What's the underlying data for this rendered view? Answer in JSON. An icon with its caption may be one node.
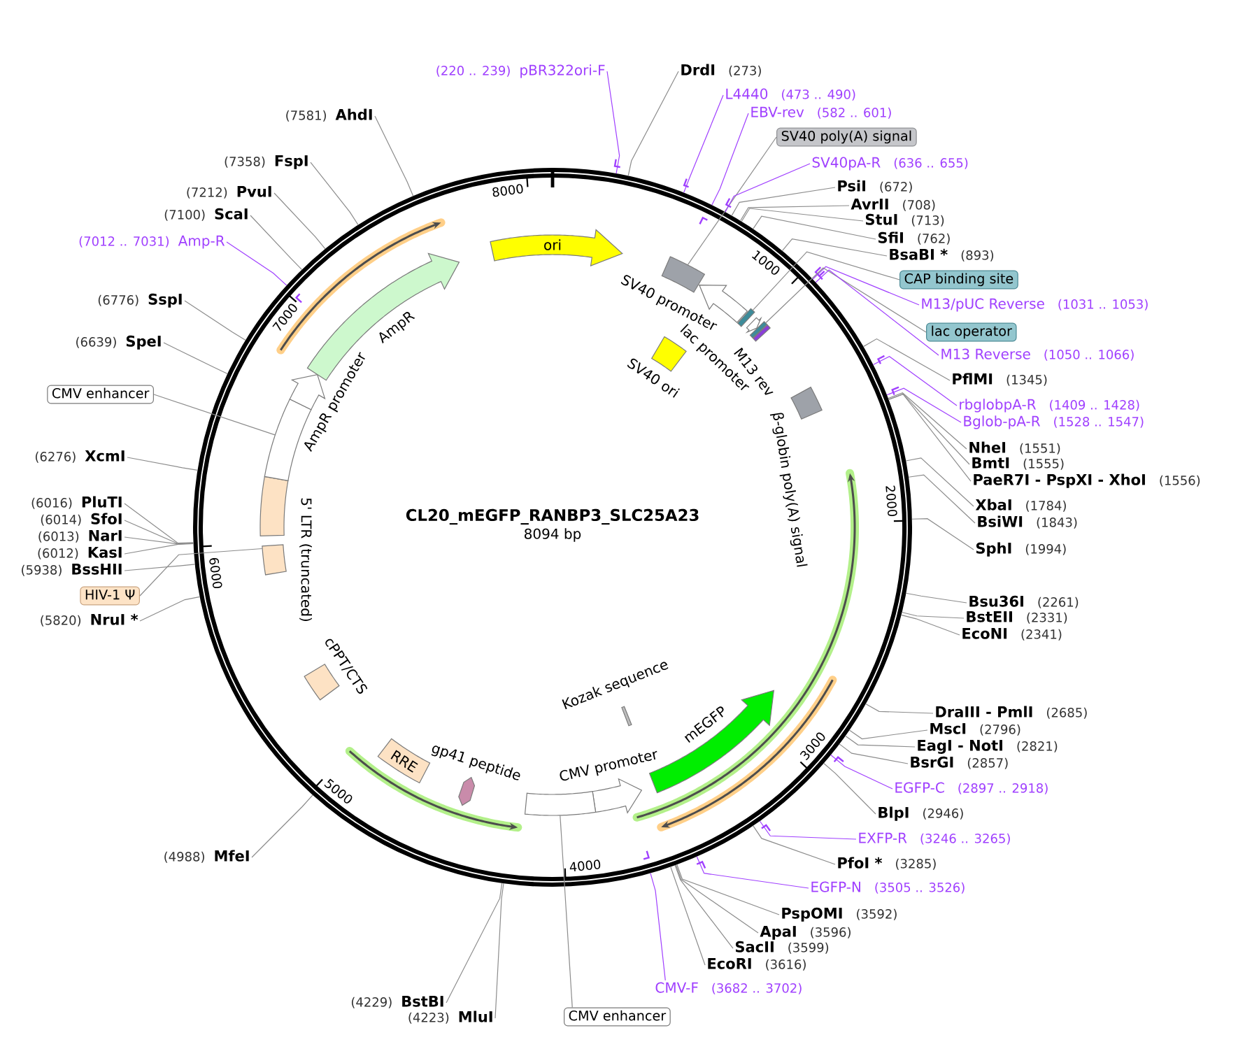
{
  "diagram": {
    "title": "CL20_mEGFP_RANBP3_SLC25A23",
    "nodes": [
      {
        "text": [],
        "shape": "circle"
      },
      {
        "text": [
          "ori"
        ],
        "in": 0
      },
      {
        "text": [],
        "shape": "box",
        "in": 0
      },
      {
        "text": [],
        "shape": "arrow",
        "beside": [
          "SV40 promoter"
        ],
        "in": 0
      },
      {
        "text": [],
        "shape": "bar",
        "in": 0
      },
      {
        "text": [],
        "shape": "arrow",
        "beside": [
          "lac promoter"
        ],
        "in": 0
      },
      {
        "text": [],
        "shape": "bar",
        "in": 0
      },
      {
        "text": [],
        "shape": "bar",
        "beside": [
          "M13 rev"
        ],
        "in": 0
      },
      {
        "text": [],
        "shape": "box",
        "beside": [
          "SV40 ori"
        ],
        "in": 0
      },
      {
        "text": [],
        "shape": "box",
        "beside": [
          "β-globin poly(A) signal"
        ],
        "in": 0
      },
      {
        "text": [],
        "shape": "arrow",
        "beside": [
          "mEGFP"
        ],
        "in": 0
      },
      {
        "text": [],
        "shape": "bar",
        "beside": [
          "Kozak sequence"
        ],
        "in": 0
      },
      {
        "text": [],
        "shape": "arrow",
        "beside": [
          "CMV promoter"
        ],
        "in": 0
      },
      {
        "text": [],
        "shape": "box",
        "in": 0
      },
      {
        "text": [],
        "shape": "hexagon",
        "beside": [
          "gp41 peptide"
        ],
        "in": 0
      },
      {
        "text": [
          "RRE"
        ],
        "in": 0
      },
      {
        "text": [],
        "shape": "box",
        "beside": [
          "cPPT/CTS"
        ],
        "in": 0
      },
      {
        "text": [],
        "shape": "box",
        "in": 0
      },
      {
        "text": [],
        "shape": "box",
        "beside": [
          "5' LTR (truncated)"
        ],
        "in": 0
      },
      {
        "text": [],
        "shape": "box",
        "in": 0
      },
      {
        "text": [],
        "shape": "arrow",
        "beside": [
          "AmpR promoter"
        ],
        "in": 0
      },
      {
        "text": [],
        "shape": "arrow",
        "beside": [
          "AmpR"
        ],
        "in": 0
      },
      {
        "text": [
          "(220 .. 239)",
          "pBR322ori-F"
        ]
      },
      {
        "text": [
          "DrdI",
          "(273)"
        ]
      },
      {
        "text": [
          "L4440",
          "(473 .. 490)"
        ]
      },
      {
        "text": [
          "EBV-rev",
          "(582 .. 601)"
        ]
      },
      {
        "text": [
          "SV40 poly(A) signal"
        ]
      },
      {
        "text": [
          "SV40pA-R",
          "(636 .. 655)"
        ]
      },
      {
        "text": [
          "PsiI",
          "(672)"
        ]
      },
      {
        "text": [
          "AvrII",
          "(708)"
        ]
      },
      {
        "text": [
          "StuI",
          "(713)"
        ]
      },
      {
        "text": [
          "SfiI",
          "(762)"
        ]
      },
      {
        "text": [
          "BsaBI *",
          "(893)"
        ]
      },
      {
        "text": [
          "CAP binding site"
        ]
      },
      {
        "text": [
          "M13/pUC Reverse",
          "(1031 .. 1053)"
        ]
      },
      {
        "text": [
          "lac operator"
        ]
      },
      {
        "text": [
          "M13 Reverse",
          "(1050 .. 1066)"
        ]
      },
      {
        "text": [
          "PflMI",
          "(1345)"
        ]
      },
      {
        "text": [
          "rbglobpA-R",
          "(1409 .. 1428)"
        ]
      },
      {
        "text": [
          "Bglob-pA-R",
          "(1528 .. 1547)"
        ]
      },
      {
        "text": [
          "NheI",
          "(1551)"
        ]
      },
      {
        "text": [
          "BmtI",
          "(1555)"
        ]
      },
      {
        "text": [
          "PaeR7I - PspXI - XhoI",
          "(1556)"
        ]
      },
      {
        "text": [
          "XbaI",
          "(1784)"
        ]
      },
      {
        "text": [
          "BsiWI",
          "(1843)"
        ]
      },
      {
        "text": [
          "SphI",
          "(1994)"
        ]
      },
      {
        "text": [
          "Bsu36I",
          "(2261)"
        ]
      },
      {
        "text": [
          "BstEII",
          "(2331)"
        ]
      },
      {
        "text": [
          "EcoNI",
          "(2341)"
        ]
      },
      {
        "text": [
          "DraIII - PmlI",
          "(2685)"
        ]
      },
      {
        "text": [
          "MscI",
          "(2796)"
        ]
      },
      {
        "text": [
          "EagI - NotI",
          "(2821)"
        ]
      },
      {
        "text": [
          "BsrGI",
          "(2857)"
        ]
      },
      {
        "text": [
          "EGFP-C",
          "(2897 .. 2918)"
        ]
      },
      {
        "text": [
          "BlpI",
          "(2946)"
        ]
      },
      {
        "text": [
          "EXFP-R",
          "(3246 .. 3265)"
        ]
      },
      {
        "text": [
          "PfoI *",
          "(3285)"
        ]
      },
      {
        "text": [
          "EGFP-N",
          "(3505 .. 3526)"
        ]
      },
      {
        "text": [
          "PspOMI",
          "(3592)"
        ]
      },
      {
        "text": [
          "ApaI",
          "(3596)"
        ]
      },
      {
        "text": [
          "SacII",
          "(3599)"
        ]
      },
      {
        "text": [
          "EcoRI",
          "(3616)"
        ]
      },
      {
        "text": [
          "CMV-F",
          "(3682 .. 3702)"
        ]
      },
      {
        "text": [
          "CMV enhancer"
        ]
      },
      {
        "text": [
          "(4229)",
          "BstBI"
        ]
      },
      {
        "text": [
          "(4223)",
          "MluI"
        ]
      },
      {
        "text": [
          "(4988)",
          "MfeI"
        ]
      },
      {
        "text": [
          "(5820)",
          "NruI *"
        ]
      },
      {
        "text": [
          "HIV-1 Ψ"
        ]
      },
      {
        "text": [
          "(5938)",
          "BssHII"
        ]
      },
      {
        "text": [
          "(6012)",
          "KasI"
        ]
      },
      {
        "text": [
          "(6013)",
          "NarI"
        ]
      },
      {
        "text": [
          "(6014)",
          "SfoI"
        ]
      },
      {
        "text": [
          "(6016)",
          "PluTI"
        ]
      },
      {
        "text": [
          "(6276)",
          "XcmI"
        ]
      },
      {
        "text": [
          "CMV enhancer"
        ]
      },
      {
        "text": [
          "(6639)",
          "SpeI"
        ]
      },
      {
        "text": [
          "(6776)",
          "SspI"
        ]
      },
      {
        "text": [
          "(7012 .. 7031)",
          "Amp-R"
        ]
      },
      {
        "text": [
          "(7100)",
          "ScaI"
        ]
      },
      {
        "text": [
          "(7212)",
          "PvuI"
        ]
      },
      {
        "text": [
          "(7358)",
          "FspI"
        ]
      },
      {
        "text": [
          "(7581)",
          "AhdI"
        ]
      }
    ],
    "edges": [
      {
        "from": 22,
        "to": 0,
        "arrow": "none",
        "color": "#a040ff"
      },
      {
        "from": 23,
        "to": 0,
        "arrow": "none"
      },
      {
        "from": 24,
        "to": 0,
        "arrow": "none",
        "color": "#a040ff"
      },
      {
        "from": 25,
        "to": 0,
        "arrow": "none",
        "color": "#a040ff"
      },
      {
        "from": 26,
        "to": 2,
        "arrow": "none"
      },
      {
        "from": 27,
        "to": 0,
        "arrow": "none",
        "color": "#a040ff"
      },
      {
        "from": 28,
        "to": 0,
        "arrow": "none"
      },
      {
        "from": 29,
        "to": 0,
        "arrow": "none"
      },
      {
        "from": 30,
        "to": 0,
        "arrow": "none"
      },
      {
        "from": 31,
        "to": 0,
        "arrow": "none"
      },
      {
        "from": 32,
        "to": 0,
        "arrow": "none"
      },
      {
        "from": 33,
        "to": 4,
        "arrow": "none"
      },
      {
        "from": 34,
        "to": 0,
        "arrow": "none",
        "color": "#a040ff"
      },
      {
        "from": 35,
        "to": 6,
        "arrow": "none"
      },
      {
        "from": 36,
        "to": 0,
        "arrow": "none",
        "color": "#a040ff"
      },
      {
        "from": 37,
        "to": 0,
        "arrow": "none"
      },
      {
        "from": 38,
        "to": 0,
        "arrow": "none",
        "color": "#a040ff"
      },
      {
        "from": 39,
        "to": 0,
        "arrow": "none",
        "color": "#a040ff"
      },
      {
        "from": 40,
        "to": 0,
        "arrow": "none"
      },
      {
        "from": 41,
        "to": 0,
        "arrow": "none"
      },
      {
        "from": 42,
        "to": 0,
        "arrow": "none"
      },
      {
        "from": 43,
        "to": 0,
        "arrow": "none"
      },
      {
        "from": 44,
        "to": 0,
        "arrow": "none"
      },
      {
        "from": 45,
        "to": 0,
        "arrow": "none"
      },
      {
        "from": 46,
        "to": 0,
        "arrow": "none"
      },
      {
        "from": 47,
        "to": 0,
        "arrow": "none"
      },
      {
        "from": 48,
        "to": 0,
        "arrow": "none"
      },
      {
        "from": 49,
        "to": 0,
        "arrow": "none"
      },
      {
        "from": 50,
        "to": 0,
        "arrow": "none"
      },
      {
        "from": 51,
        "to": 0,
        "arrow": "none"
      },
      {
        "from": 52,
        "to": 0,
        "arrow": "none"
      },
      {
        "from": 53,
        "to": 0,
        "arrow": "none",
        "color": "#a040ff"
      },
      {
        "from": 54,
        "to": 0,
        "arrow": "none"
      },
      {
        "from": 55,
        "to": 0,
        "arrow": "none",
        "color": "#a040ff"
      },
      {
        "from": 56,
        "to": 0,
        "arrow": "none"
      },
      {
        "from": 57,
        "to": 0,
        "arrow": "none",
        "color": "#a040ff"
      },
      {
        "from": 58,
        "to": 0,
        "arrow": "none"
      },
      {
        "from": 59,
        "to": 0,
        "arrow": "none"
      },
      {
        "from": 60,
        "to": 0,
        "arrow": "none"
      },
      {
        "from": 61,
        "to": 0,
        "arrow": "none"
      },
      {
        "from": 62,
        "to": 0,
        "arrow": "none",
        "color": "#a040ff"
      },
      {
        "from": 63,
        "to": 13,
        "arrow": "none"
      },
      {
        "from": 64,
        "to": 0,
        "arrow": "none"
      },
      {
        "from": 65,
        "to": 0,
        "arrow": "none"
      },
      {
        "from": 66,
        "to": 0,
        "arrow": "none"
      },
      {
        "from": 67,
        "to": 0,
        "arrow": "none"
      },
      {
        "from": 68,
        "to": 17,
        "arrow": "none"
      },
      {
        "from": 69,
        "to": 0,
        "arrow": "none"
      },
      {
        "from": 70,
        "to": 0,
        "arrow": "none"
      },
      {
        "from": 71,
        "to": 0,
        "arrow": "none"
      },
      {
        "from": 72,
        "to": 0,
        "arrow": "none"
      },
      {
        "from": 73,
        "to": 0,
        "arrow": "none"
      },
      {
        "from": 74,
        "to": 0,
        "arrow": "none"
      },
      {
        "from": 75,
        "to": 19,
        "arrow": "none"
      },
      {
        "from": 76,
        "to": 0,
        "arrow": "none"
      },
      {
        "from": 77,
        "to": 0,
        "arrow": "none"
      },
      {
        "from": 78,
        "to": 0,
        "arrow": "none",
        "color": "#a040ff"
      },
      {
        "from": 79,
        "to": 0,
        "arrow": "none"
      },
      {
        "from": 80,
        "to": 0,
        "arrow": "none"
      },
      {
        "from": 81,
        "to": 0,
        "arrow": "none"
      },
      {
        "from": 82,
        "to": 0,
        "arrow": "none"
      }
    ],
    "labels": [
      "8000",
      "1000",
      "7000",
      "2000",
      "8094 bp",
      "6000",
      "3000",
      "5000",
      "4000"
    ]
  }
}
